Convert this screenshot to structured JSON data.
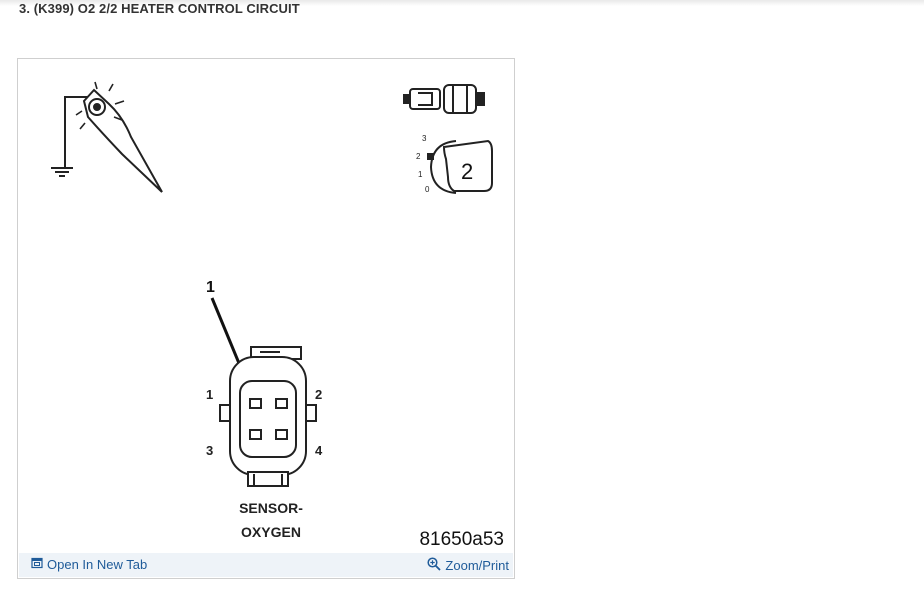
{
  "step": {
    "title": "3. (K399) O2 2/2 HEATER CONTROL CIRCUIT"
  },
  "figure": {
    "callout_number": "1",
    "selector_number": "2",
    "selector_positions": [
      "3",
      "2",
      "1",
      "0"
    ],
    "pin_labels": [
      "1",
      "2",
      "3",
      "4"
    ],
    "component_line1": "SENSOR-",
    "component_line2": "OXYGEN",
    "figure_id": "81650a53"
  },
  "footer": {
    "open_tab_label": "Open In New Tab",
    "zoom_label": "Zoom/Print",
    "open_tab_icon": "open-in-new-tab-icon",
    "zoom_icon": "zoom-in-icon",
    "link_color": "#1f5b99"
  }
}
